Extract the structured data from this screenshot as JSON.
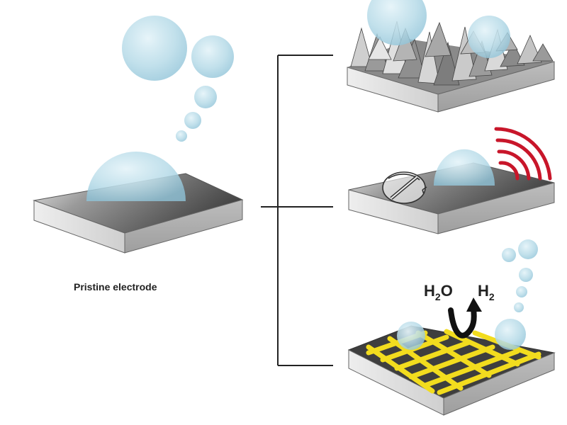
{
  "caption": "Pristine electrode",
  "reaction": {
    "reactant": {
      "main": "H",
      "sub": "2",
      "tail": "O"
    },
    "product": {
      "main": "H",
      "sub": "2"
    }
  },
  "colors": {
    "bubble": "#b7dbe8",
    "slab_top": "#7a7a7a",
    "slab_side": "#dcdcdc",
    "connector": "#222222",
    "mesh": "#f2dc1e",
    "signal": "#c8162a",
    "arrow": "#111111"
  },
  "icons": [
    "bubble-icon",
    "signal-wave-icon",
    "magnetic-stir-bar-icon",
    "curved-arrow-icon"
  ]
}
